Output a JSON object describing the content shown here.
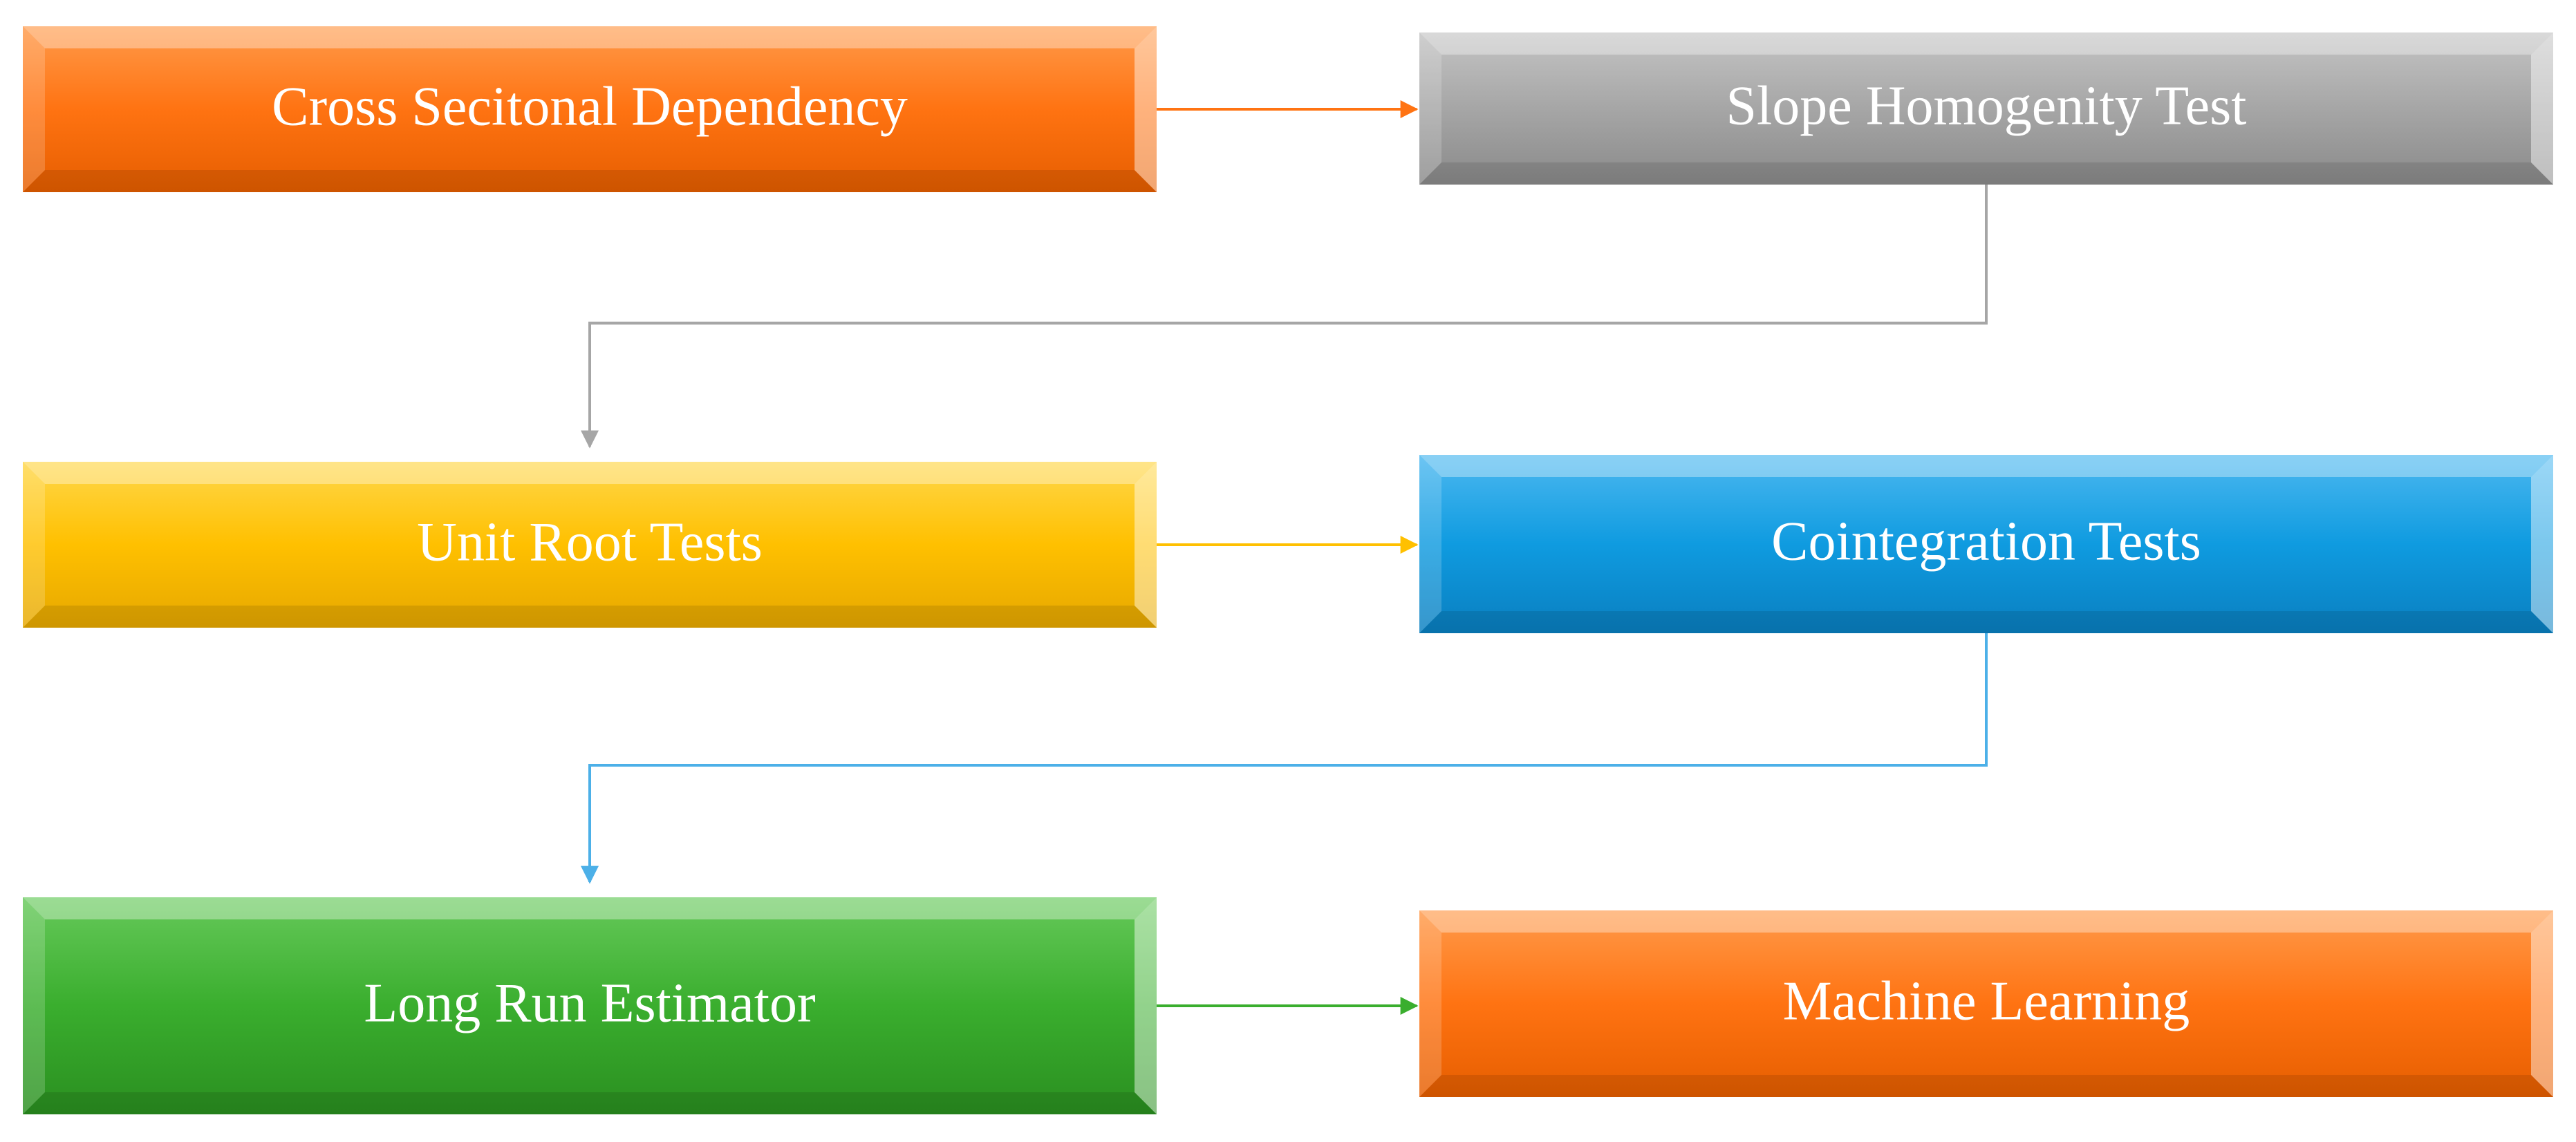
{
  "diagram": {
    "nodes": [
      {
        "id": "cross-sectional-dependency",
        "label": "Cross Secitonal Dependency",
        "color": "#ff7312",
        "light": "#ff9a4a",
        "dark": "#e65e00"
      },
      {
        "id": "slope-homogenity-test",
        "label": "Slope Homogenity Test",
        "color": "#a6a6a6",
        "light": "#c4c4c4",
        "dark": "#8a8a8a"
      },
      {
        "id": "unit-root-tests",
        "label": "Unit Root Tests",
        "color": "#ffc000",
        "light": "#ffd74a",
        "dark": "#e6a800"
      },
      {
        "id": "cointegration-tests",
        "label": "Cointegration Tests",
        "color": "#0f9be0",
        "light": "#4cb8f0",
        "dark": "#0a7fc0"
      },
      {
        "id": "long-run-estimator",
        "label": "Long Run Estimator",
        "color": "#3aae2e",
        "light": "#66c95a",
        "dark": "#2a8f20"
      },
      {
        "id": "machine-learning",
        "label": "Machine Learning",
        "color": "#ff7312",
        "light": "#ff9a4a",
        "dark": "#e65e00"
      }
    ],
    "edges": [
      {
        "from": "cross-sectional-dependency",
        "to": "slope-homogenity-test",
        "color": "#ff7312"
      },
      {
        "from": "slope-homogenity-test",
        "to": "unit-root-tests",
        "color": "#a6a6a6"
      },
      {
        "from": "unit-root-tests",
        "to": "cointegration-tests",
        "color": "#ffc000"
      },
      {
        "from": "cointegration-tests",
        "to": "long-run-estimator",
        "color": "#4cb0e8"
      },
      {
        "from": "long-run-estimator",
        "to": "machine-learning",
        "color": "#3aae2e"
      }
    ]
  }
}
